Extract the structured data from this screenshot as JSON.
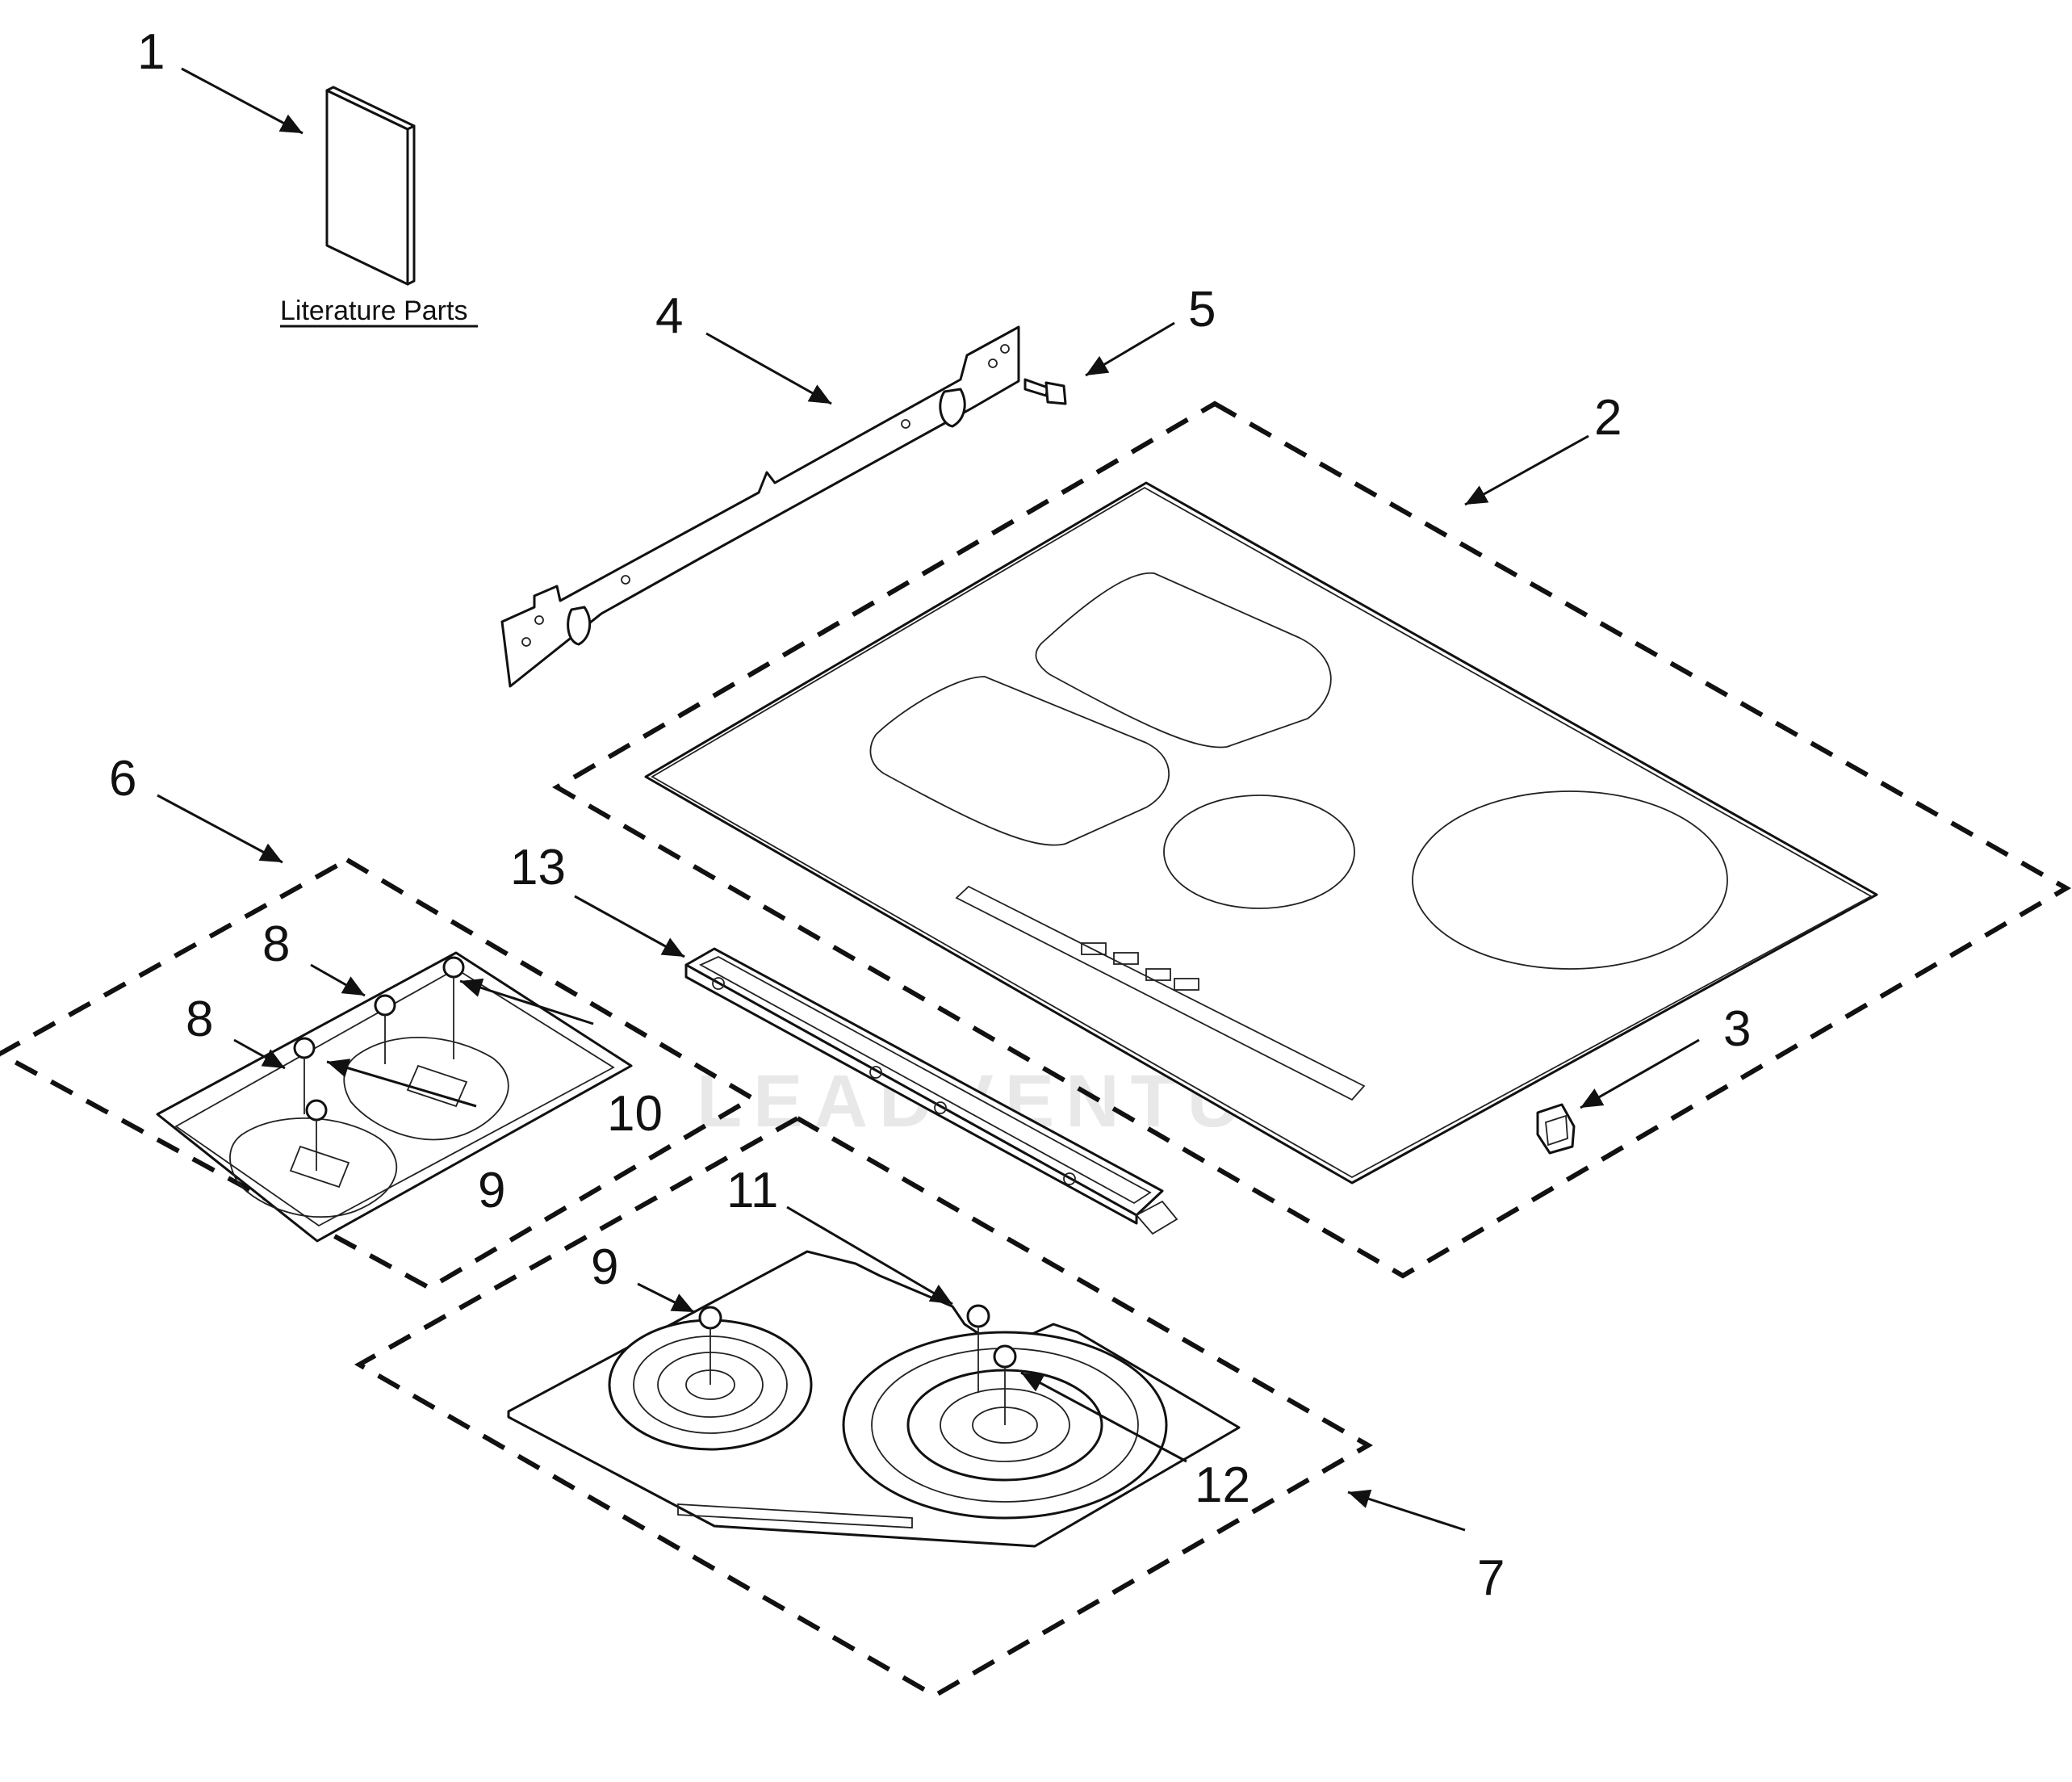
{
  "literature_label": "Literature Parts",
  "callouts": {
    "c1": "1",
    "c2": "2",
    "c3": "3",
    "c4": "4",
    "c5": "5",
    "c6": "6",
    "c7": "7",
    "c8a": "8",
    "c8b": "8",
    "c9a": "9",
    "c9b": "9",
    "c10": "10",
    "c11": "11",
    "c12": "12",
    "c13": "13"
  },
  "watermark": "LEADVENTURE"
}
